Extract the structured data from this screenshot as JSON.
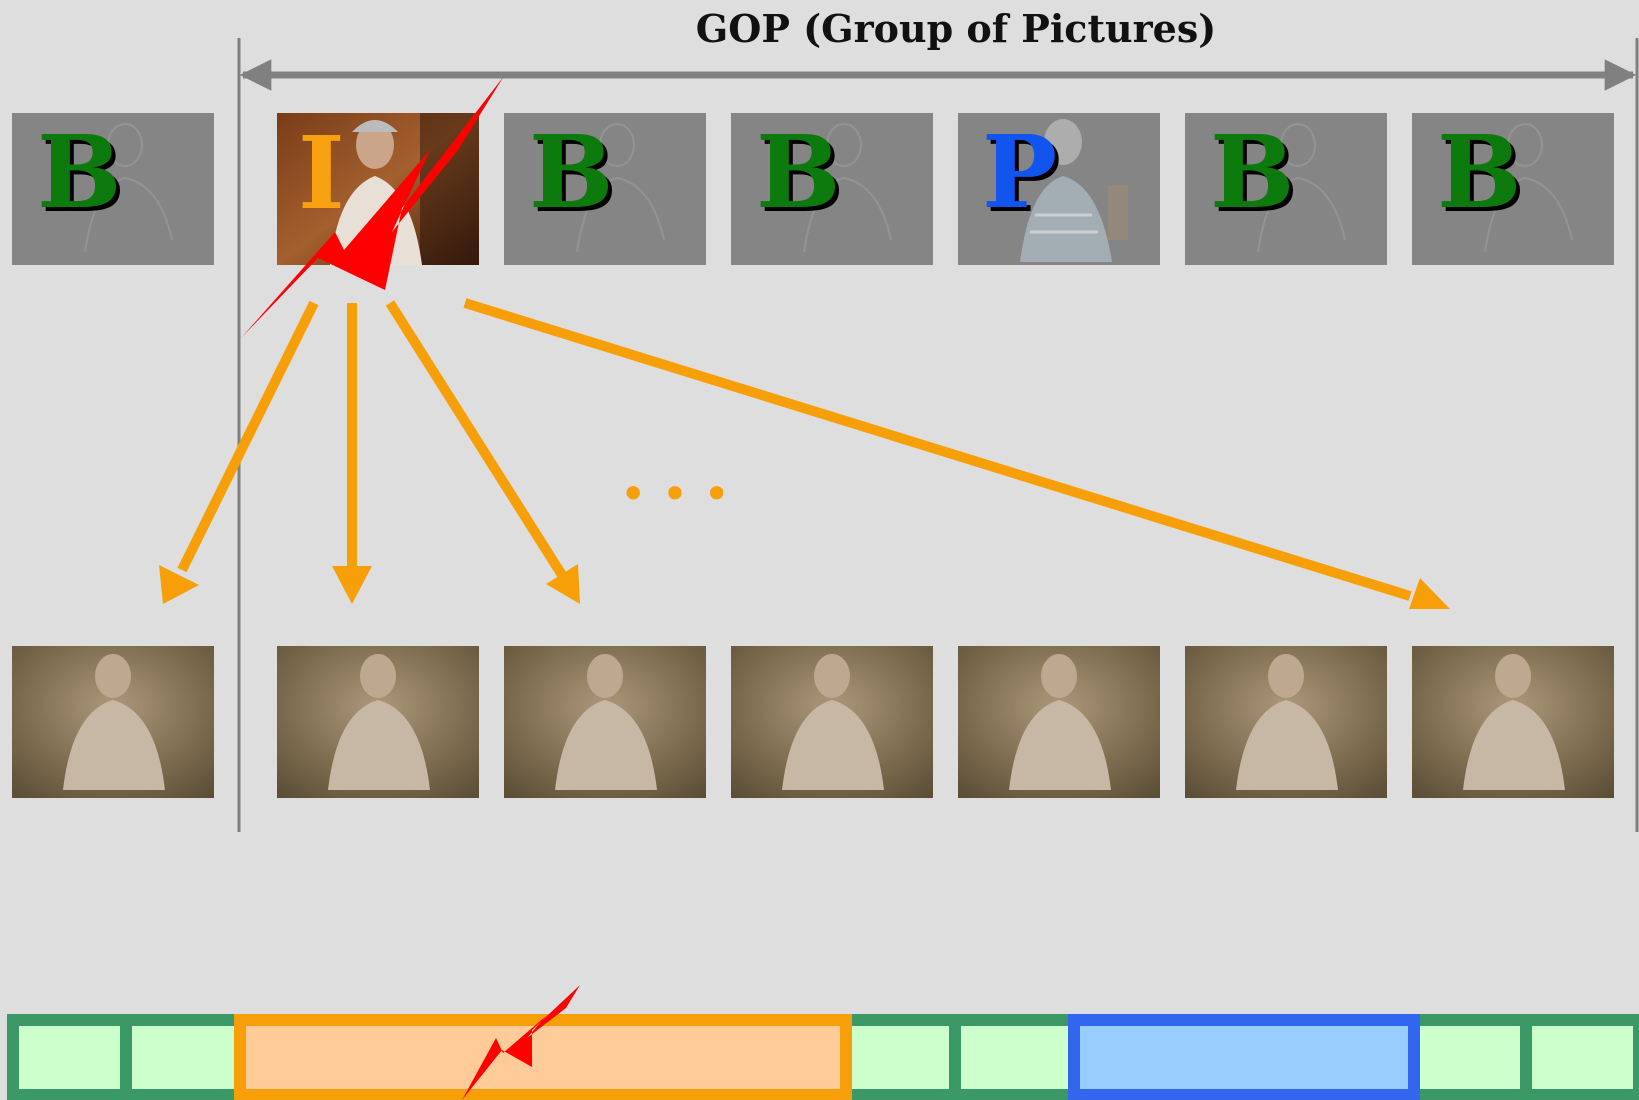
{
  "gop": {
    "label": "GOP (Group of Pictures)"
  },
  "top_row": {
    "frames": [
      {
        "type": "B",
        "letter": "B",
        "role": "previous-gop",
        "damaged": false
      },
      {
        "type": "I",
        "letter": "I",
        "role": "gop",
        "damaged": true
      },
      {
        "type": "B",
        "letter": "B",
        "role": "gop",
        "damaged": false
      },
      {
        "type": "B",
        "letter": "B",
        "role": "gop",
        "damaged": false
      },
      {
        "type": "P",
        "letter": "P",
        "role": "gop",
        "damaged": false
      },
      {
        "type": "B",
        "letter": "B",
        "role": "gop",
        "damaged": false
      },
      {
        "type": "B",
        "letter": "B",
        "role": "gop",
        "damaged": false
      }
    ]
  },
  "propagation": {
    "ellipsis": "• • •",
    "source_frame": "I",
    "affected_frame_count": 7
  },
  "bitstream": {
    "segments": [
      {
        "type": "B"
      },
      {
        "type": "B"
      },
      {
        "type": "I",
        "damaged": true
      },
      {
        "type": "B"
      },
      {
        "type": "B"
      },
      {
        "type": "P"
      },
      {
        "type": "B"
      },
      {
        "type": "B"
      }
    ]
  },
  "colors": {
    "background": "#dedede",
    "b_frame": "#0c7a0c",
    "p_frame": "#1154ee",
    "i_frame": "#f7a010",
    "error": "#ff0000",
    "arrow": "#f79f08",
    "gop_bracket": "#808080",
    "b_segment_fill": "#ccffcc",
    "b_segment_border": "#3a9966",
    "i_segment_fill": "#ffcc99",
    "i_segment_border": "#f79f08",
    "p_segment_fill": "#99ccff",
    "p_segment_border": "#3366ee"
  }
}
